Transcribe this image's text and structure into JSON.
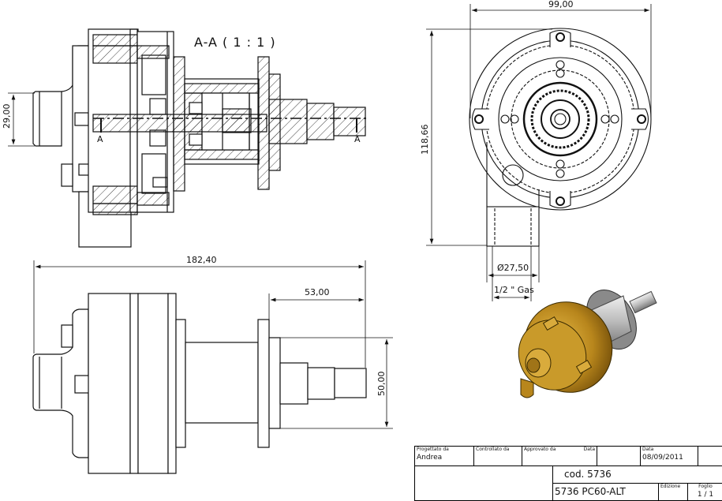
{
  "drawing": {
    "section_title": "A-A ( 1 : 1 )",
    "section_marker": "A",
    "dimensions": {
      "section_height": "29,00",
      "front_width": "99,00",
      "front_height": "118,66",
      "outlet_diameter": "Ø27,50",
      "outlet_thread": "1/2 \" Gas",
      "overall_length": "182,40",
      "shaft_length": "53,00",
      "flange_height": "50,00"
    },
    "iso_colors": {
      "body": "#b8861c",
      "body_dark": "#7a5508",
      "shaft": "#c8c8c8",
      "flange": "#8a8a8a"
    }
  },
  "title_block": {
    "designed_by_label": "Progettato da",
    "designed_by": "Andrea",
    "checked_by_label": "Controllato da",
    "checked_by": "",
    "approved_by_label": "Approvato da",
    "date_label_1": "Data",
    "date_label_2": "Data",
    "date": "08/09/2011",
    "code": "cod. 5736",
    "part_name": "5736 PC60-ALT",
    "edition_label": "Edizione",
    "sheet_label": "Foglio",
    "sheet": "1 / 1"
  }
}
